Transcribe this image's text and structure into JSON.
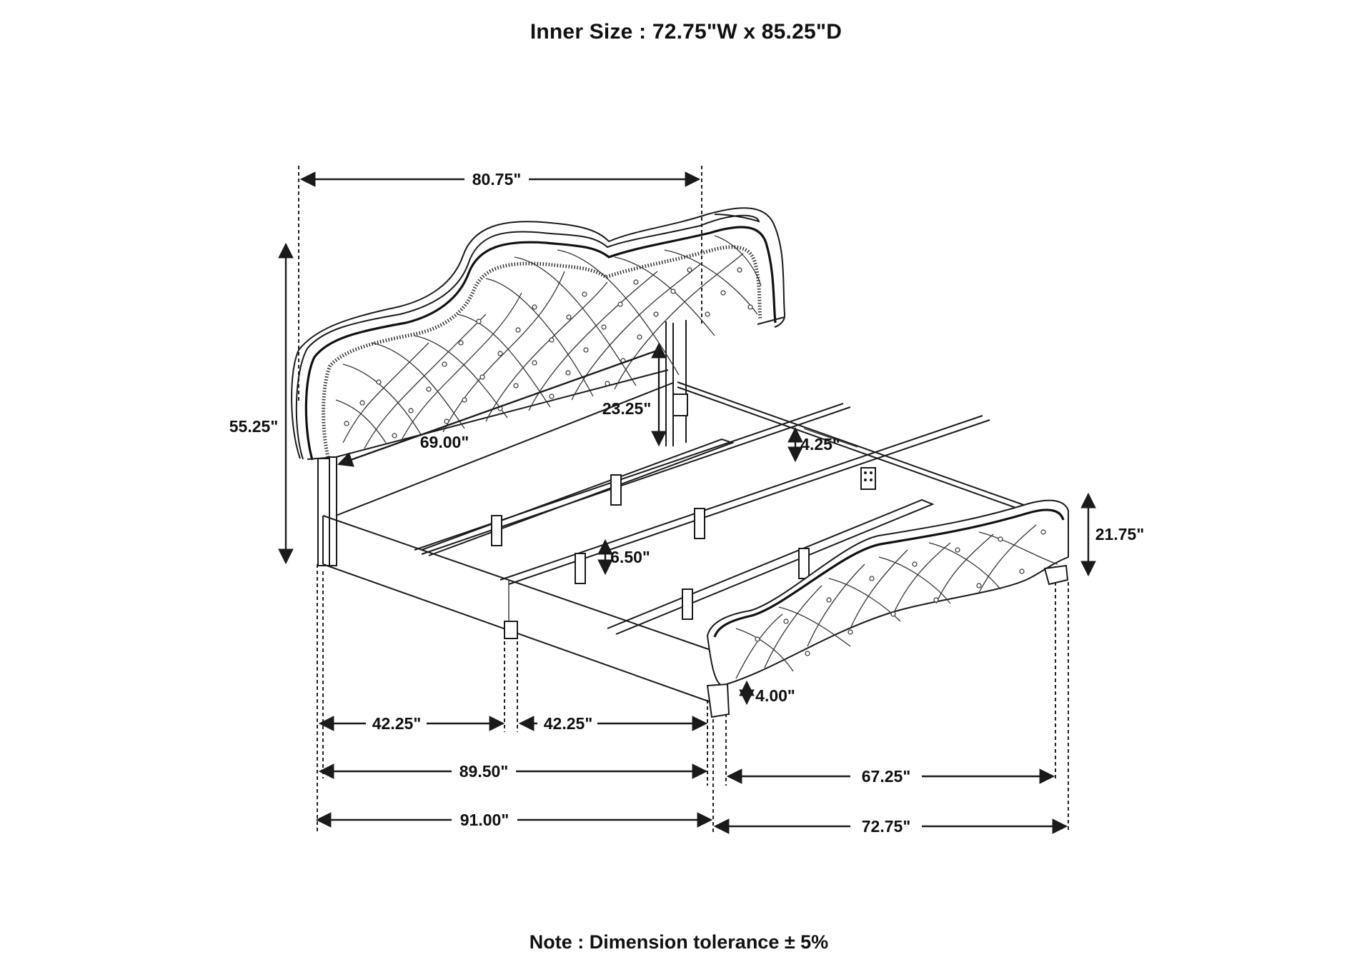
{
  "title": "Inner Size : 72.75\"W x 85.25\"D",
  "note": "Note : Dimension tolerance ± 5%",
  "dimensions": {
    "headboard_width": "80.75\"",
    "headboard_height": "55.25\"",
    "headboard_inner_width": "69.00\"",
    "headboard_leg_clearance": "23.25\"",
    "side_rail_height": "4.25\"",
    "center_support_leg": "6.50\"",
    "footboard_height": "21.75\"",
    "leg_height": "4.00\"",
    "rail_segment_left": "42.25\"",
    "rail_segment_right": "42.25\"",
    "inner_length": "89.50\"",
    "overall_length": "91.00\"",
    "inner_width": "67.25\"",
    "overall_width": "72.75\""
  },
  "colors": {
    "line": "#1a1a1a",
    "background": "#ffffff"
  }
}
